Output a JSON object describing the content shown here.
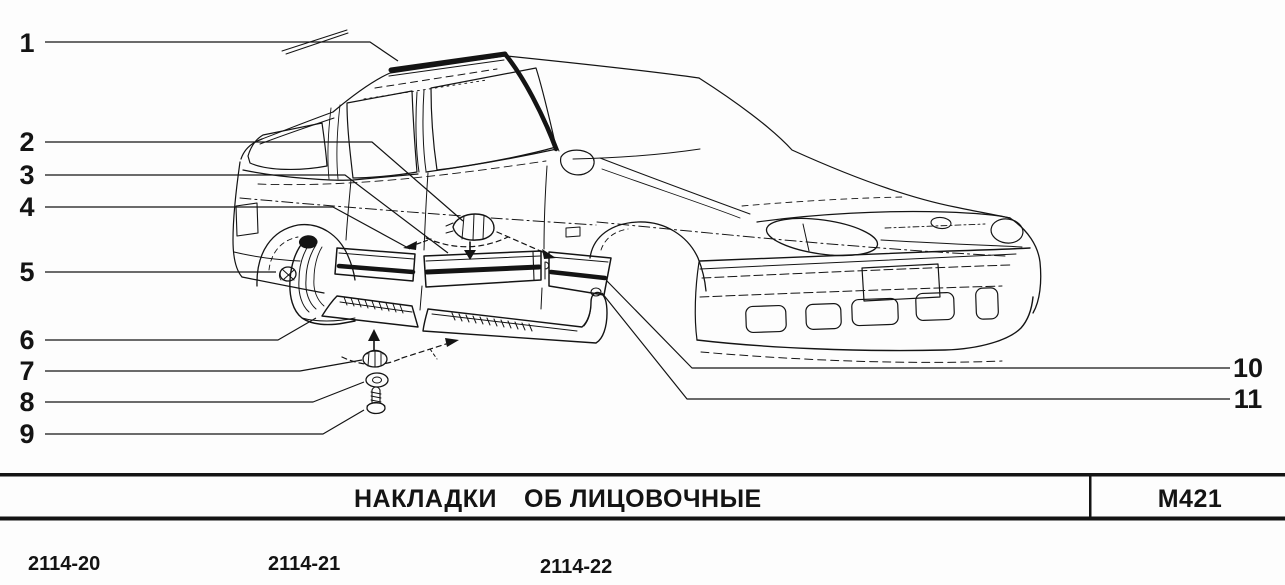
{
  "diagram": {
    "callouts": [
      {
        "label": "1"
      },
      {
        "label": "2"
      },
      {
        "label": "3"
      },
      {
        "label": "4"
      },
      {
        "label": "5"
      },
      {
        "label": "6"
      },
      {
        "label": "7"
      },
      {
        "label": "8"
      },
      {
        "label": "9"
      },
      {
        "label": "10"
      },
      {
        "label": "11"
      }
    ]
  },
  "footer": {
    "title_word1": "НАКЛАДКИ",
    "title_word2": "ОБ ЛИЦОВОЧНЫЕ",
    "sheet_code": "М421"
  },
  "models": [
    {
      "label": "2114-20"
    },
    {
      "label": "2114-21"
    },
    {
      "label": "2114-22"
    }
  ],
  "colors": {
    "ink": "#141414",
    "paper": "#fdfdfd"
  }
}
